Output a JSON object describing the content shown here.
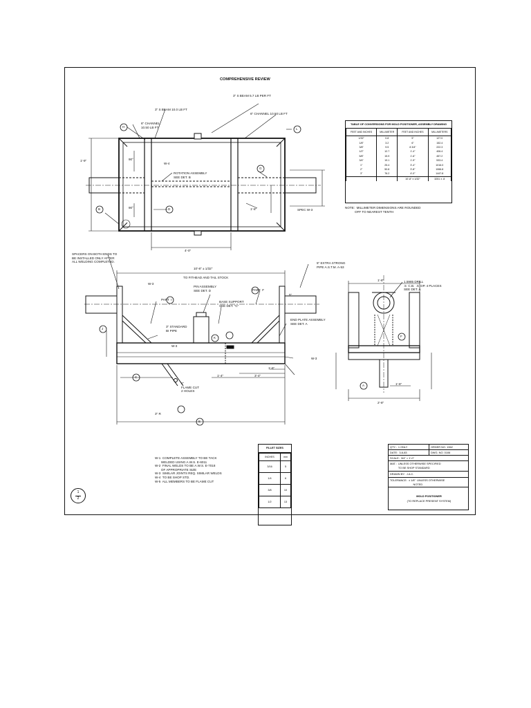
{
  "sheet": {
    "title": "COMPREHENSIVE REVIEW"
  },
  "plan_view": {
    "beam_top_label": "3\" S BEAM 5.7 LB PER FT",
    "beam_left_label": "3\" S BEAM 10.0 LB FT",
    "channel_right_label": "6\" CHANNEL 10.50 LB FT",
    "channel_left_label": "6\" CHANNEL\n10.50 LB FT",
    "rotation_label": "ROTATION ASSEMBLY\nSEE DET. B",
    "weld_w4": "W-4",
    "angle_90a": "90°",
    "angle_90b": "90°",
    "dim_height": "1'-9\"",
    "dim_right": "1'-8\"",
    "dim_bottom": "4'-0\"",
    "spec_label": "SPEC W-3",
    "balloon_h": "H",
    "balloon_l": "L",
    "balloon_g": "G",
    "balloon_b": "B",
    "balloon_d": "D"
  },
  "conversion_table": {
    "caption": "TABLE OF CONVERSIONS FOR MOLD POSITIONER, ASSEMBLY DRAWING",
    "headers": [
      "FEET AND INCHES",
      "MILLIMETER",
      "FEET AND INCHES",
      "MILLIMETERS"
    ],
    "rows": [
      [
        "1/32\"",
        "0.8",
        "5\"",
        "127.0"
      ],
      [
        "1/8\"",
        "3.2",
        "6\"",
        "152.4"
      ],
      [
        "3/8\"",
        "9.5",
        "8 3/4\"",
        "222.3"
      ],
      [
        "1/2\"",
        "12.7",
        "1'-4\"",
        "406.4"
      ],
      [
        "5/8\"",
        "15.9",
        "1'-6\"",
        "457.2"
      ],
      [
        "3/4\"",
        "19.1",
        "1'-9\"",
        "533.4"
      ],
      [
        "1\"",
        "25.4",
        "3'-4\"",
        "1016.0"
      ],
      [
        "2\"",
        "50.8",
        "3'-8\"",
        "1066.8"
      ],
      [
        "3\"",
        "76.2",
        "4'-0\"",
        "1447.8"
      ],
      [
        "",
        "",
        "10'-8\" ± 1/32\"",
        "3251 ± .8"
      ]
    ],
    "note": "NOTE:  MILLIMETER DIMENSIONS ARE ROUNDED\n           OFF TO NEAREST TENTH"
  },
  "elevation": {
    "spacers_note": "SPACERS ON BOTH ENDS TO\nBE INSTALLED ONLY AFTER\nALL WELDING COMPLETED.",
    "overall_dim": "10'-8\" ± 1/32\"",
    "tofit_label": "TO FITHEAD AND TAIL STOCK",
    "pin_label": "PIN ASSEMBLY\nSEE DET. D",
    "base_label": "BASE SUPPORT\nSEE DET. \"C\"",
    "part_i": "PART  I",
    "part_f": "PART  F",
    "pipe_label": "5\" EXTRA STRONG\nPIPE A.S.T.M. A-53",
    "standard_pipe": "3\" STANDARD\nBI PIPE",
    "endplate_label": "END PLATE ASSEMBLY\nSEE DET. A",
    "flame_label": "1\"\nFLAME CUT\n2 HOLES",
    "dim_14": "1'-4\"",
    "dim_34": "3'-4\"",
    "dim_16": "1'-6\"",
    "dim_5": "5\"",
    "dim_3": "3\" R",
    "weld_w3a": "W-3",
    "weld_w3b": "W-3",
    "weld_w3c": "W-3",
    "balloon_e": "E",
    "balloon_j": "J",
    "balloon_k": "K",
    "balloon_c": "C"
  },
  "end_view": {
    "drill_label": "1.5985 DRILL\n.5  C.B.  .5  DP. 4 PLACES\nSEE DET. A",
    "dim_top": "1'-8\"",
    "dim_side": "1'-6\"",
    "dim_bottom": "2'-8\"",
    "balloon_f": "F",
    "balloon_a": "A"
  },
  "welding_notes": [
    "W-1  COMPLETE ASSEMBLY TO BE TACK",
    "       WELDED USING A.W.S. E-6011",
    "W-2  FINAL WELDS TO BE A.W.S. E-7018",
    "       OF APPROPRIATE SIZE",
    "W-3  SIMILAR JOINTS REQ. SIMILAR WELDS",
    "W-4  TO BE SHOP STD.",
    "W-5  ALL MEMBERS TO BE FLAME CUT"
  ],
  "fillet_table": {
    "caption": "FILLET SIZES",
    "headers": [
      "INCHES",
      "mm"
    ],
    "rows": [
      [
        "3/16",
        "5"
      ],
      [
        "1/4",
        "6"
      ],
      [
        "3/8",
        "10"
      ],
      [
        "1/2",
        "13"
      ]
    ]
  },
  "title_block": {
    "qty": "QTY.:  1 ONLY",
    "order": "ORDER NO. 1362",
    "date": "DATE:  3-6-83",
    "dwg": "DWG. NO. 0106",
    "scale": "SCALE:  3/4\" = 1'-0\"",
    "mat": "MAT.:  UNLESS OTHERWISE SPECIFIED\n           TO BE SHOP STANDARD",
    "drawn": "DRAWN BY:  J.A.C.",
    "tolerance": "TOLERANCE:  ± 1/8\"  UNLESS OTHERWISE\n                               NOTED",
    "name": "MOLD POSITIONER",
    "subname": "(TO REPLACE PRESENT SYSTEM)"
  },
  "sheet_number": {
    "num": "1",
    "den": "2"
  }
}
